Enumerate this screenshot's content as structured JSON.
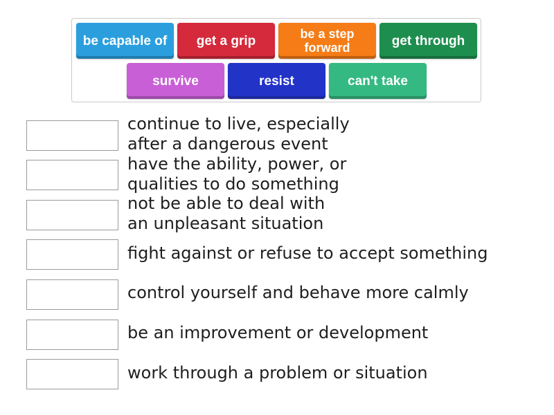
{
  "tiles": [
    {
      "label": "be capable of",
      "color": "#2b9fde"
    },
    {
      "label": "get a grip",
      "color": "#d42a3c"
    },
    {
      "label": "be a step\nforward",
      "color": "#f57c16"
    },
    {
      "label": "get through",
      "color": "#1e8e4f"
    },
    {
      "label": "survive",
      "color": "#c95fd6"
    },
    {
      "label": "resist",
      "color": "#2233c8"
    },
    {
      "label": "can't take",
      "color": "#34b982"
    }
  ],
  "definitions": [
    "continue to live, especially\nafter a dangerous event",
    "have the ability, power, or\nqualities to do something",
    "not be able to deal with\nan unpleasant situation",
    "fight against or refuse to accept something",
    "control yourself and behave more calmly",
    "be an improvement or development",
    "work through a problem or situation"
  ]
}
